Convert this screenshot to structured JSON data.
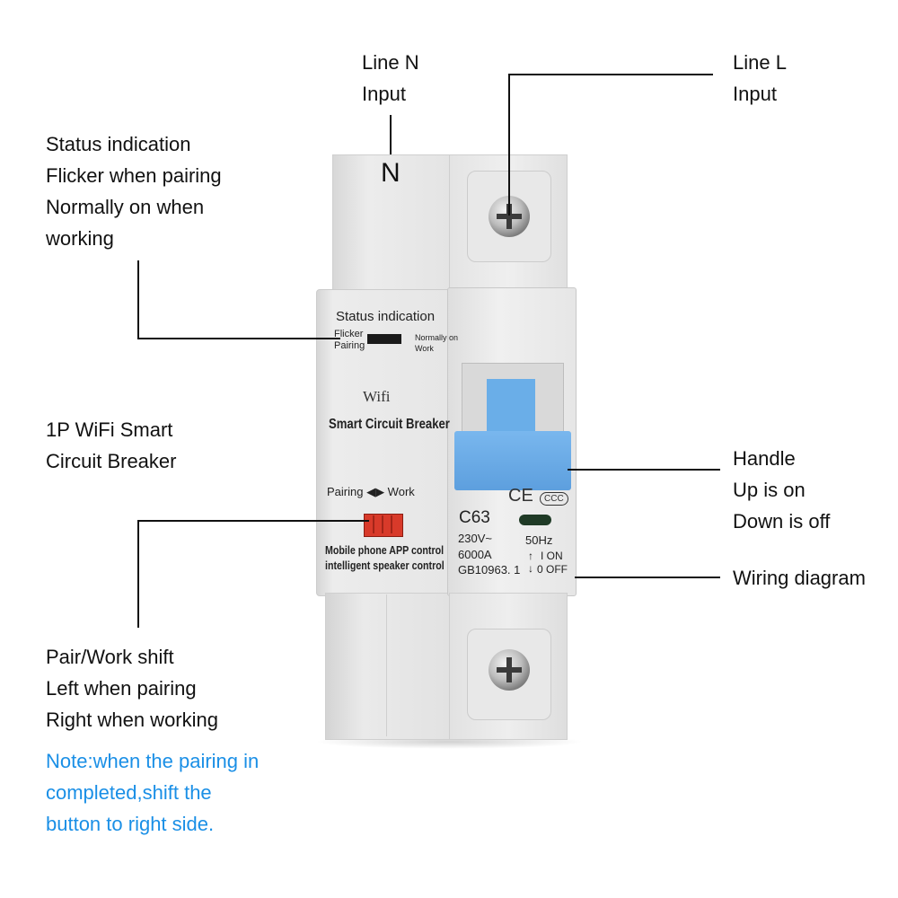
{
  "labels": {
    "line_n": [
      "Line N",
      "Input"
    ],
    "line_l": [
      "Line L",
      "Input"
    ],
    "status": [
      "Status indication",
      "Flicker when pairing",
      "Normally on when",
      "working"
    ],
    "product": [
      "1P WiFi Smart",
      "Circuit Breaker"
    ],
    "handle": [
      "Handle",
      "Up is on",
      "Down is off"
    ],
    "wiring": "Wiring diagram",
    "pair_shift": [
      "Pair/Work shift",
      "Left when pairing",
      "Right when working"
    ],
    "note": [
      "Note:when the pairing in",
      "completed,shift the",
      "button to right side."
    ]
  },
  "device": {
    "n_mark": "N",
    "status_title": "Status indication",
    "flicker": "Flicker",
    "pairing": "Pairing",
    "normally": "Normally on",
    "work": "Work",
    "wifi": "Wifi",
    "smart_cb": "Smart Circuit Breaker",
    "pair_work": "Pairing ◀▶ Work",
    "app_control": "Mobile phone APP control",
    "speaker_control": "intelligent speaker control",
    "ce": "CE",
    "ccc": "CCC",
    "rating": "C63",
    "voltage": "230V~",
    "breaking": "6000A",
    "standard": "GB10963. 1",
    "freq": "50Hz",
    "on": "I ON",
    "off": "0 OFF"
  },
  "colors": {
    "note": "#1a8fe6",
    "handle": "#6aaee8",
    "pair_switch": "#d83a2a",
    "body": "#e9e9e9"
  }
}
